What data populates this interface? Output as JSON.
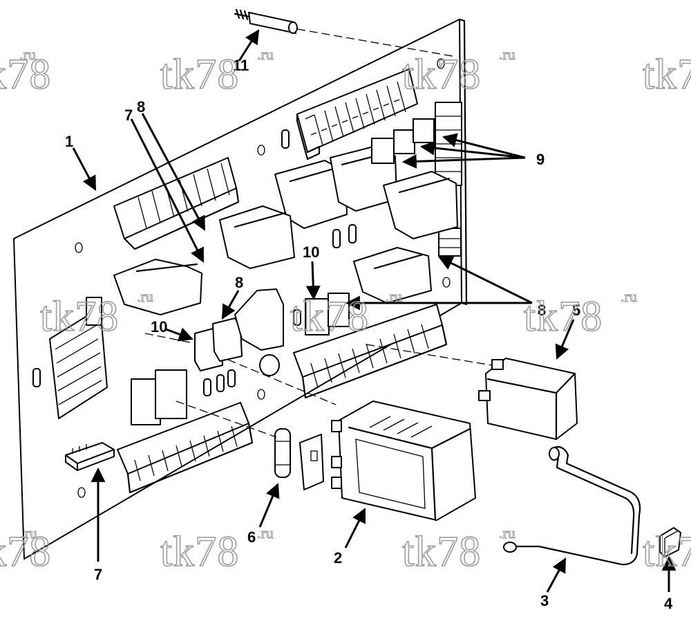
{
  "watermark": {
    "text": "tk78",
    "suffix": ".ru"
  },
  "callouts": {
    "c1": "1",
    "c2": "2",
    "c3": "3",
    "c4": "4",
    "c5": "5",
    "c6": "6",
    "c7_top": "7",
    "c7_bottom": "7",
    "c8_top": "8",
    "c8_mid": "8",
    "c8_right": "8",
    "c9": "9",
    "c10_left": "10",
    "c10_center": "10",
    "c11": "11"
  }
}
